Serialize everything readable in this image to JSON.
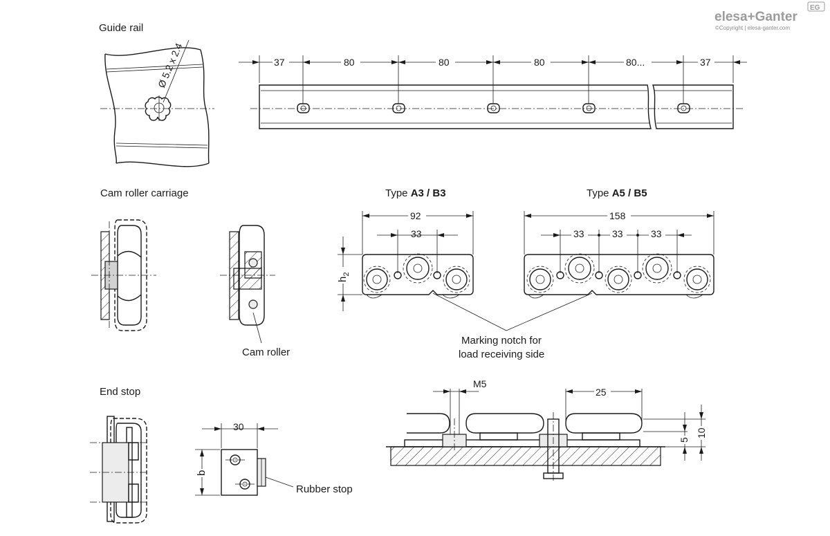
{
  "brand": {
    "logo_text": "elesa+Ganter",
    "badge": "EG",
    "copyright": "©Copyright | elesa-ganter.com"
  },
  "labels": {
    "guide_rail": "Guide rail",
    "cam_roller_carriage": "Cam roller carriage",
    "cam_roller": "Cam roller",
    "end_stop": "End stop",
    "rubber_stop": "Rubber stop",
    "marking_notch": [
      "Marking notch for",
      "load receiving side"
    ],
    "type_a3_prefix": "Type ",
    "type_a3_bold": "A3 / B3",
    "type_a5_prefix": "Type ",
    "type_a5_bold": "A5 / B5"
  },
  "dimensions": {
    "hole": "Ø 5.2 x 2.4",
    "rail_end_left": "37",
    "rail_pitch_1": "80",
    "rail_pitch_2": "80",
    "rail_pitch_3": "80",
    "rail_pitch_cont": "80...",
    "rail_end_right": "37",
    "a3_length": "92",
    "a3_pitch": "33",
    "a3_height": "h",
    "a3_height_sub": "2",
    "a5_length": "158",
    "a5_pitch_1": "33",
    "a5_pitch_2": "33",
    "a5_pitch_3": "33",
    "end_stop_width": "30",
    "end_stop_height": "b",
    "screw": "M5",
    "roller_spacing": "25",
    "height_5": "5",
    "height_10": "10"
  }
}
